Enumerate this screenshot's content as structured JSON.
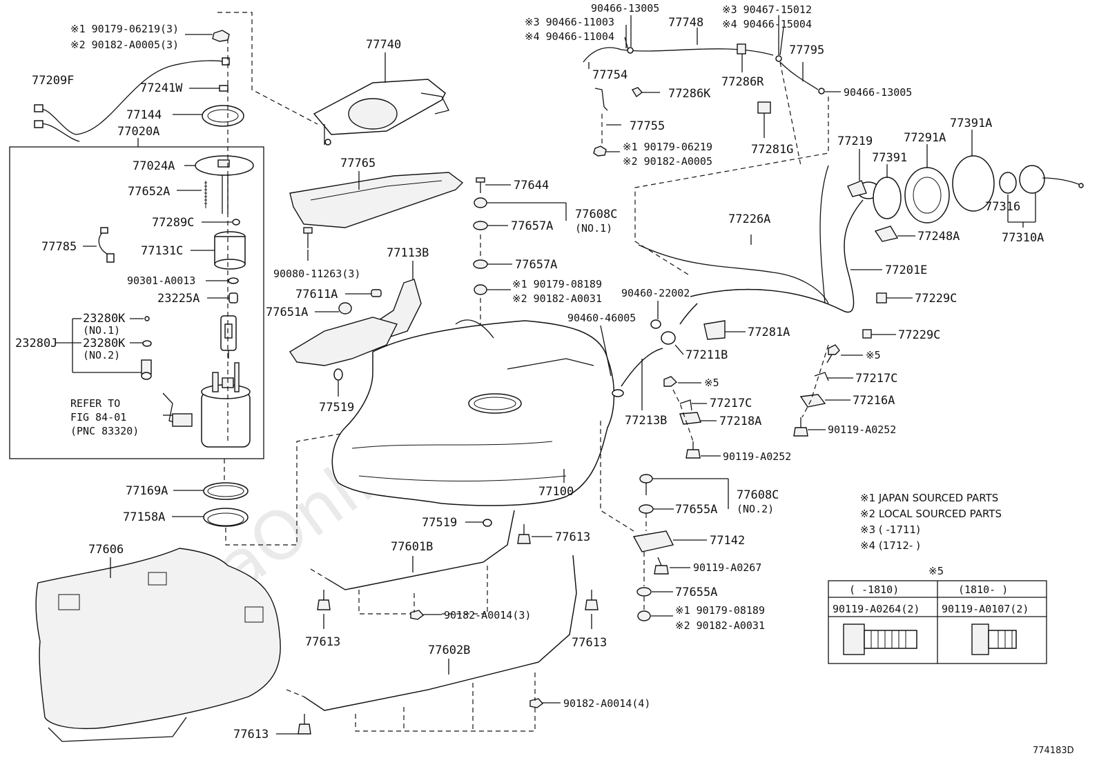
{
  "watermark": "ToyotaOnline.ru",
  "figure_id": "774183D",
  "labels": {
    "p77209F": "77209F",
    "p90179_06219_3": "※1 90179-06219(3)",
    "p90182_A0005_3": "※2 90182-A0005(3)",
    "p77241W": "77241W",
    "p77144": "77144",
    "p77020A": "77020A",
    "p77740": "77740",
    "p77024A": "77024A",
    "p77652A": "77652A",
    "p77289C": "77289C",
    "p77785": "77785",
    "p77131C": "77131C",
    "p90301_A0013": "90301-A0013",
    "p23225A": "23225A",
    "p23280J": "23280J",
    "p23280K_1": "23280K",
    "p23280K_1_sub": "(NO.1)",
    "p23280K_2": "23280K",
    "p23280K_2_sub": "(NO.2)",
    "refer1": "REFER TO",
    "refer2": "FIG 84-01",
    "refer3": "(PNC 83320)",
    "p77765": "77765",
    "p90080_11263_3": "90080-11263(3)",
    "p77113B": "77113B",
    "p77611A": "77611A",
    "p77651A": "77651A",
    "p77519a": "77519",
    "p77644": "77644",
    "p77608C_1": "77608C",
    "p77608C_1_sub": "(NO.1)",
    "p77657A_1": "77657A",
    "p77657A_2": "77657A",
    "p90179_08189_a": "※1 90179-08189",
    "p90182_A0031_a": "※2 90182-A0031",
    "p90466_13005_top": "90466-13005",
    "p90466_11003": "※3 90466-11003",
    "p90466_11004": "※4 90466-11004",
    "p77748": "77748",
    "p90467_15012": "※3 90467-15012",
    "p90466_15004": "※4 90466-15004",
    "p77795": "77795",
    "p77754": "77754",
    "p77286R": "77286R",
    "p77286K": "77286K",
    "p90466_13005_r": "90466-13005",
    "p77755": "77755",
    "p90179_06219": "※1 90179-06219",
    "p90182_A0005": "※2 90182-A0005",
    "p77281G": "77281G",
    "p77219": "77219",
    "p77391": "77391",
    "p77291A": "77291A",
    "p77391A": "77391A",
    "p77316": "77316",
    "p77310A": "77310A",
    "p77226A": "77226A",
    "p77248A": "77248A",
    "p77201E": "77201E",
    "p90460_22002": "90460-22002",
    "p90460_46005": "90460-46005",
    "p77229C_1": "77229C",
    "p77281A": "77281A",
    "p77229C_2": "77229C",
    "p77211B": "77211B",
    "mark5_a": "※5",
    "mark5_b": "※5",
    "p77217C_r": "77217C",
    "p77217C_l": "77217C",
    "p77216A": "77216A",
    "p77213B": "77213B",
    "p77218A": "77218A",
    "p90119_A0252_r": "90119-A0252",
    "p90119_A0252_c": "90119-A0252",
    "p77519b": "77519",
    "p77169A": "77169A",
    "p77158A": "77158A",
    "p77100": "77100",
    "p77608C_2": "77608C",
    "p77608C_2_sub": "(NO.2)",
    "p77655A_1": "77655A",
    "p77142": "77142",
    "p90119_A0267": "90119-A0267",
    "p77655A_2": "77655A",
    "p90179_08189_b": "※1 90179-08189",
    "p90182_A0031_b": "※2 90182-A0031",
    "p77606": "77606",
    "p77601B": "77601B",
    "p77613_a": "77613",
    "p77613_b": "77613",
    "p77613_c": "77613",
    "p77613_d": "77613",
    "p90182_A0014_3": "90182-A0014(3)",
    "p77602B": "77602B",
    "p90182_A0014_4": "90182-A0014(4)"
  },
  "notes": [
    "※1 JAPAN SOURCED PARTS",
    "※2 LOCAL SOURCED PARTS",
    "※3 (     -1711)",
    "※4 (1712-     )"
  ],
  "table": {
    "title": "※5",
    "headers": [
      "(   -1810)",
      "(1810-    )"
    ],
    "parts": [
      "90119-A0264(2)",
      "90119-A0107(2)"
    ]
  }
}
